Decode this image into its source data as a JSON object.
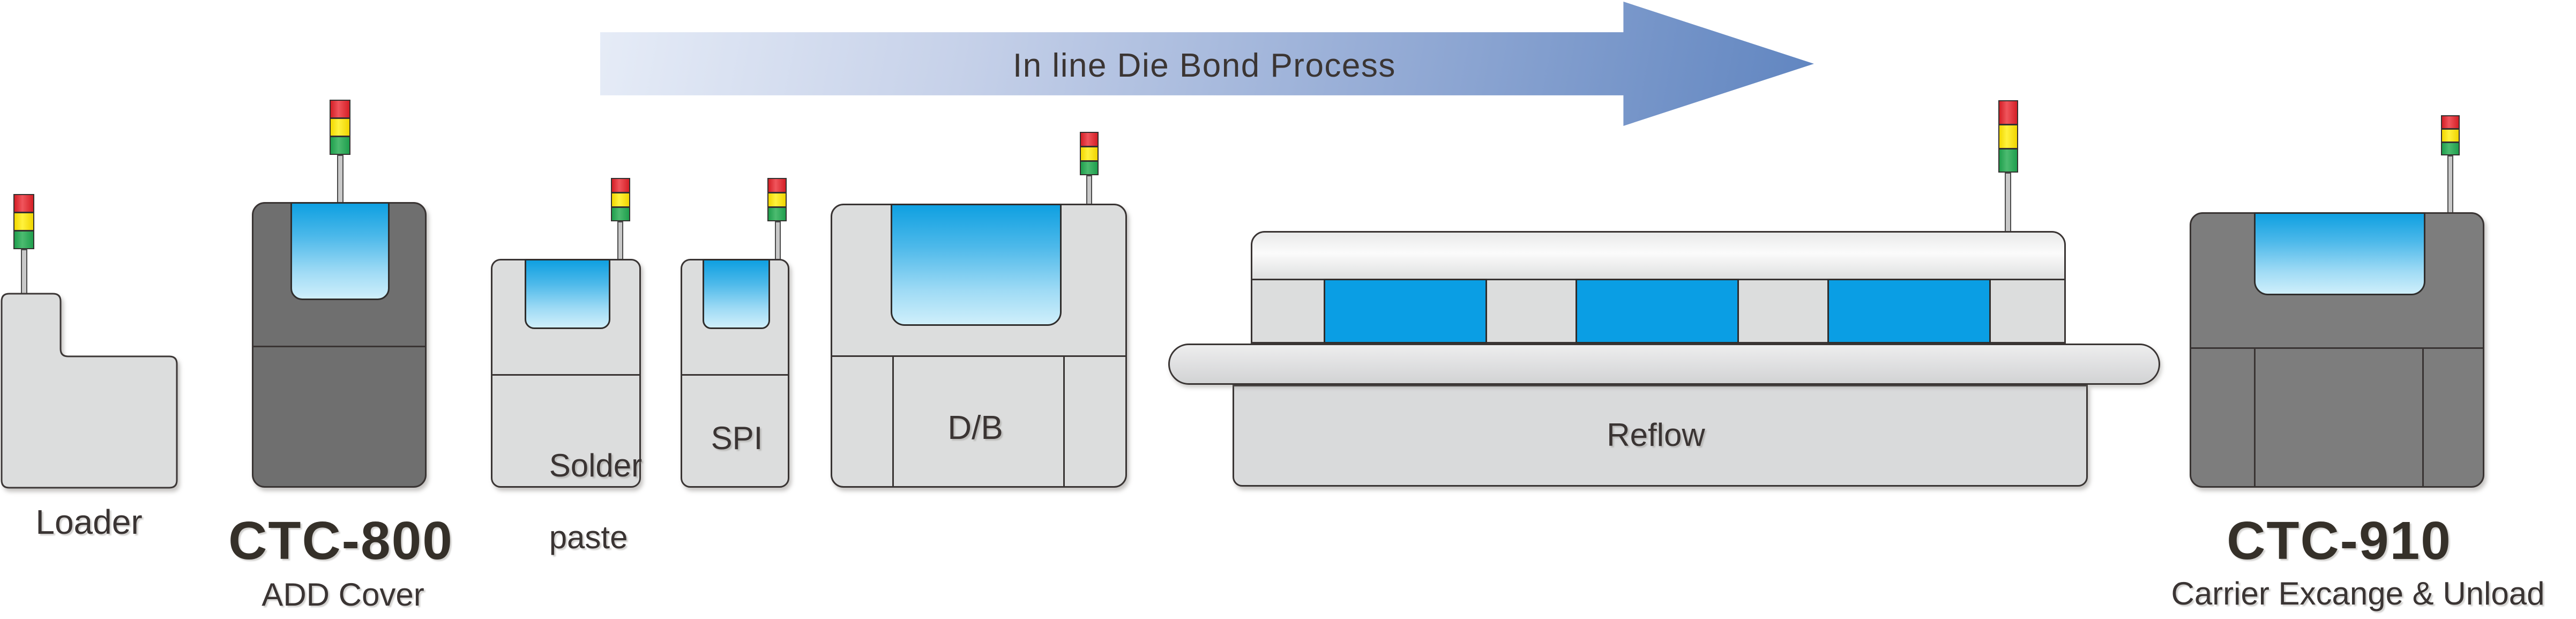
{
  "diagram": {
    "process_arrow": {
      "label": "In line Die Bond Process",
      "gradient_start": "#e6ecf7",
      "gradient_end": "#6085c0"
    },
    "machines": [
      {
        "id": "loader",
        "label": "Loader"
      },
      {
        "id": "ctc-800",
        "title": "CTC-800",
        "subtitle": "ADD Cover"
      },
      {
        "id": "solder-paste",
        "line1": "Solder",
        "line2": "paste"
      },
      {
        "id": "spi",
        "label": "SPI"
      },
      {
        "id": "die-bond",
        "label": "D/B"
      },
      {
        "id": "reflow",
        "label": "Reflow"
      },
      {
        "id": "ctc-910",
        "title": "CTC-910",
        "subtitle": "Carrier Excange & Unload"
      }
    ],
    "signal_tower": {
      "lights": [
        "red",
        "yellow",
        "green"
      ],
      "colors": {
        "red": "#e02227",
        "yellow": "#ffe600",
        "green": "#28a351"
      }
    },
    "colors": {
      "machine_light_gray": "#dcdddd",
      "machine_dark_gray": "#6f6f6f",
      "machine_dark_gray_2": "#7d7d7d",
      "outline": "#393433",
      "screen_blue_top": "#0fa0e1",
      "screen_blue_bottom": "#cfeffb",
      "reflow_zone_blue": "#0a9ee4",
      "label_text": "#3a3433"
    }
  }
}
